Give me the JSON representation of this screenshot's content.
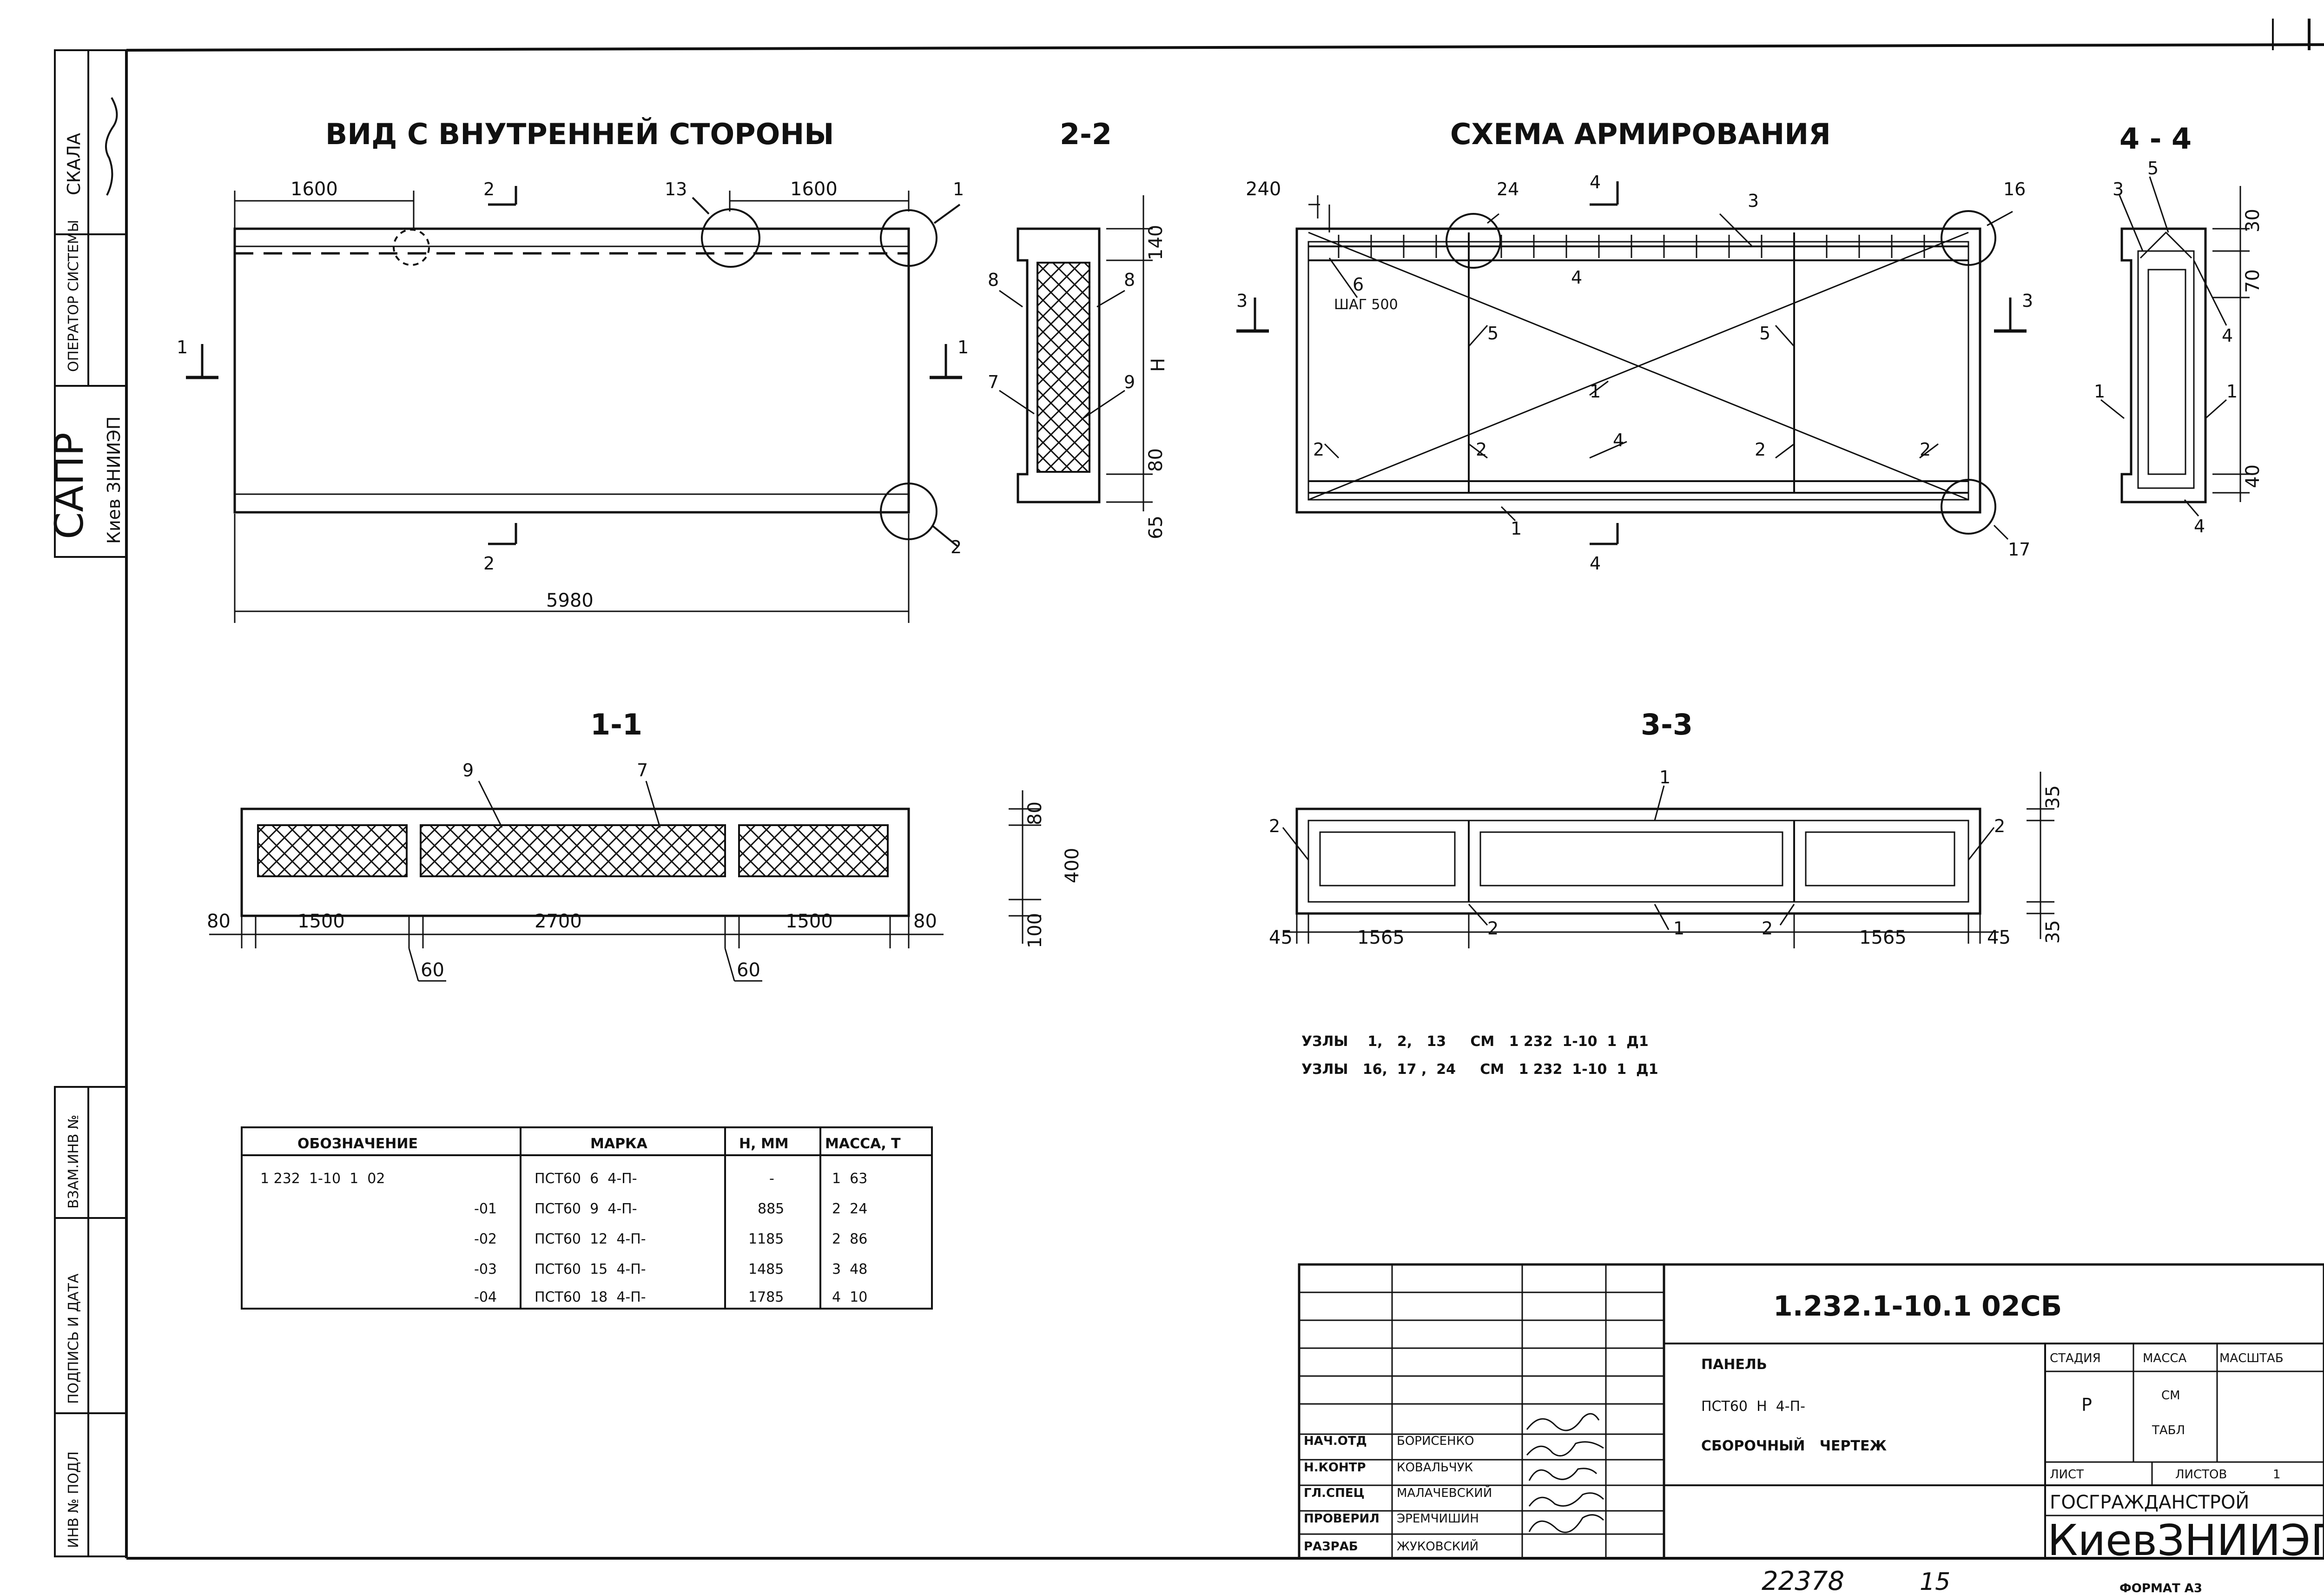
{
  "side_stamp": {
    "scale_label": "СКАЛА",
    "operator_label": "ОПЕРАТОР СИСТЕМЫ",
    "sapr_title": "САПР",
    "sapr_org": "Киев ЗНИИЭП",
    "inv_dup_label": "ВЗАМ.ИНВ №",
    "sign_date_label": "ПОДПИСЬ И ДАТА",
    "inv_orig_label": "ИНВ № ПОДЛ"
  },
  "views": {
    "inner_view_title": "ВИД С ВНУТРЕННЕЙ СТОРОНЫ",
    "section_2_title": "2-2",
    "reinforcement_title": "СХЕМА АРМИРОВАНИЯ",
    "section_4_title": "4 - 4",
    "section_1_title": "1-1",
    "section_3_title": "3-3"
  },
  "inner_view": {
    "dim_left": "1600",
    "dim_right": "1600",
    "dim_total": "5980",
    "node_13": "13",
    "node_1": "1",
    "node_2": "2",
    "cut_2": "2",
    "cut_1": "1"
  },
  "section_2": {
    "dim_top": "140",
    "dim_h": "Н",
    "dim_80": "80",
    "dim_65": "65",
    "pos_8": "8",
    "pos_7": "7",
    "pos_9": "9"
  },
  "reinforcement": {
    "dim_240": "240",
    "step_note": "ШАГ 500",
    "pos_6": "6",
    "pos_24": "24",
    "pos_3": "3",
    "pos_4": "4",
    "pos_16": "16",
    "pos_5": "5",
    "pos_1": "1",
    "pos_2": "2",
    "pos_17": "17"
  },
  "section_4": {
    "dim_30": "30",
    "dim_70": "70",
    "dim_40": "40",
    "pos_5": "5",
    "pos_3": "3",
    "pos_4": "4",
    "pos_1": "1"
  },
  "section_1": {
    "pos_9": "9",
    "pos_7": "7",
    "dim_80a": "80",
    "dim_1500a": "1500",
    "dim_2700": "2700",
    "dim_1500b": "1500",
    "dim_80b": "80",
    "dim_60": "60",
    "dim_v80": "80",
    "dim_v400": "400",
    "dim_v100": "100"
  },
  "section_3": {
    "pos_1": "1",
    "pos_2": "2",
    "dim_45": "45",
    "dim_1565": "1565",
    "dim_35": "35"
  },
  "node_refs": [
    "УЗЛЫ    1,   2,   13     СМ   1 232  1-10  1  Д1",
    "УЗЛЫ   16,  17 ,  24     СМ   1 232  1-10  1  Д1"
  ],
  "spec_table": {
    "headers": [
      "ОБОЗНАЧЕНИЕ",
      "МАРКА",
      "Н, ММ",
      "МАССА, Т"
    ],
    "rows": [
      [
        "1 232  1-10  1  02",
        "ПСТ60  6  4-П-",
        "-",
        "1  63"
      ],
      [
        "-01",
        "ПСТ60  9  4-П-",
        "885",
        "2  24"
      ],
      [
        "-02",
        "ПСТ60  12  4-П-",
        "1185",
        "2  86"
      ],
      [
        "-03",
        "ПСТ60  15  4-П-",
        "1485",
        "3  48"
      ],
      [
        "-04",
        "ПСТ60  18  4-П-",
        "1785",
        "4  10"
      ]
    ]
  },
  "title_block": {
    "doc_code": "1.232.1-10.1 02СБ",
    "name_line1": "ПАНЕЛЬ",
    "name_line2": "ПСТ60  Н  4-П-",
    "name_line3": "СБОРОЧНЫЙ   ЧЕРТЕЖ",
    "col_stage": "СТАДИЯ",
    "col_mass": "МАССА",
    "col_scale": "МАСШТАБ",
    "stage_val": "Р",
    "mass_val1": "СМ",
    "mass_val2": "ТАБЛ",
    "sheet_label": "ЛИСТ",
    "sheets_label": "ЛИСТОВ",
    "sheets_val": "1",
    "org1": "ГОСГРАЖДАНСТРОЙ",
    "org2": "КиевЗНИИЭП",
    "staff": [
      {
        "role": "НАЧ.ОТД",
        "name": "БОРИСЕНКО"
      },
      {
        "role": "Н.КОНТР",
        "name": "КОВАЛЬЧУК"
      },
      {
        "role": "ГЛ.СПЕЦ",
        "name": "МАЛАЧЕВСКИЙ"
      },
      {
        "role": "ПРОВЕРИЛ",
        "name": "ЭРЕМЧИШИН"
      },
      {
        "role": "РАЗРАБ",
        "name": "ЖУКОВСКИЙ"
      }
    ]
  },
  "footer": {
    "inv_number": "22378",
    "page": "15",
    "format": "ФОРМАТ А3"
  }
}
